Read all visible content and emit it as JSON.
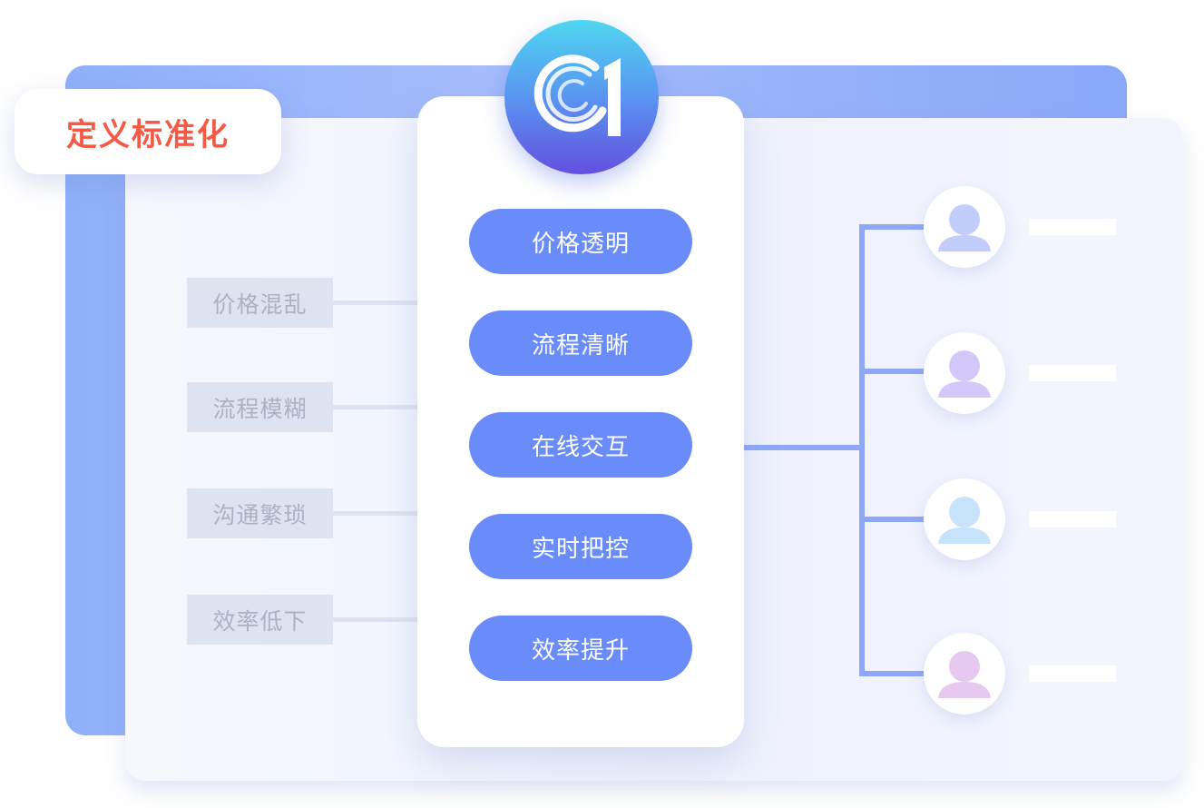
{
  "title": "定义标准化",
  "problems": [
    "价格混乱",
    "流程模糊",
    "沟通繁琐",
    "效率低下"
  ],
  "solutions": [
    "价格透明",
    "流程清晰",
    "在线交互",
    "实时把控",
    "效率提升"
  ],
  "avatars": [
    {
      "icon": "user-icon",
      "color": "#c3cdfb"
    },
    {
      "icon": "user-icon",
      "color": "#d4c8fb"
    },
    {
      "icon": "user-icon",
      "color": "#c7e3fc"
    },
    {
      "icon": "user-icon",
      "color": "#e7c8ef"
    }
  ],
  "colors": {
    "accent": "#6a8cfb",
    "title": "#f45a45",
    "connector": "#8ea7f7"
  }
}
